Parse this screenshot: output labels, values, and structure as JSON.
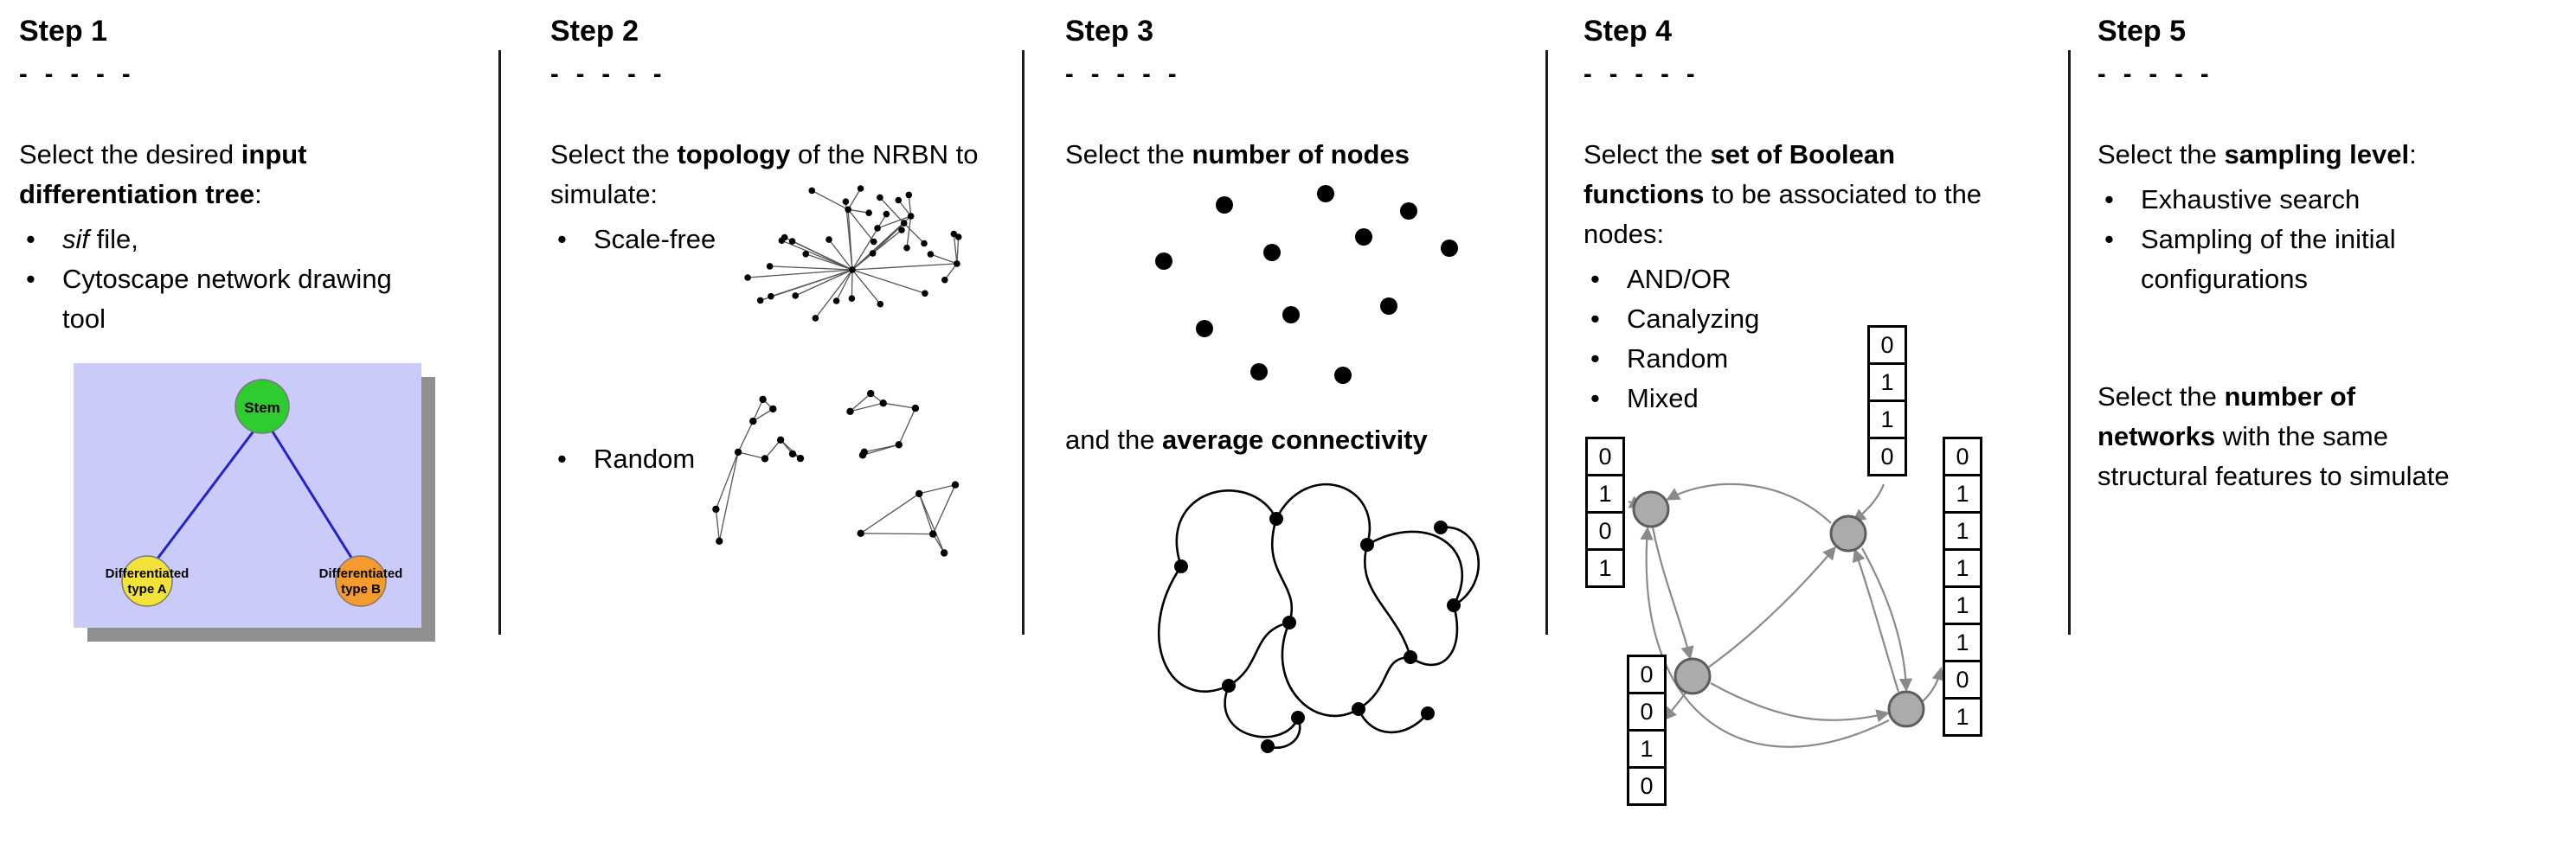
{
  "colors": {
    "tree_background": "#cbcbfa",
    "stem_green": "#2ecc2e",
    "type_a_yellow": "#f2e23a",
    "type_b_orange": "#f59a2d",
    "edge_blue": "#2323cc",
    "node_gray": "#ababab"
  },
  "steps": [
    {
      "title": "Step 1",
      "dashes": "- - - - -",
      "intro": {
        "pre": "Select the desired ",
        "bold": "input differentiation tree",
        "post": ":"
      },
      "bullets": [
        {
          "italic": "sif",
          "text": " file,"
        },
        {
          "italic": "",
          "text": "Cytoscape network drawing tool"
        }
      ],
      "tree": {
        "stem": "Stem",
        "node_a_line1": "Differentiated",
        "node_a_line2": "type A",
        "node_b_line1": "Differentiated",
        "node_b_line2": "type B"
      }
    },
    {
      "title": "Step 2",
      "dashes": "- - - - -",
      "intro": {
        "pre": "Select the ",
        "bold": "topology",
        "post": " of the NRBN to simulate:"
      },
      "bullets": [
        {
          "text": "Scale-free"
        },
        {
          "text": "Random"
        }
      ]
    },
    {
      "title": "Step 3",
      "dashes": "- - - - -",
      "intro_nodes": {
        "pre": "Select the ",
        "bold": "number of nodes"
      },
      "intro_connectivity": {
        "pre": "and the ",
        "bold": "average connectivity"
      }
    },
    {
      "title": "Step 4",
      "dashes": "- - - - -",
      "intro": {
        "pre": "Select the ",
        "bold": "set of Boolean functions",
        "post": " to be associated to the nodes:"
      },
      "bullets": [
        {
          "text": "AND/OR"
        },
        {
          "text": "Canalyzing"
        },
        {
          "text": "Random"
        },
        {
          "text": "Mixed"
        }
      ],
      "tables": {
        "left": [
          "0",
          "1",
          "0",
          "1"
        ],
        "top": [
          "0",
          "1",
          "1",
          "0"
        ],
        "right": [
          "0",
          "1",
          "1",
          "1",
          "1",
          "1",
          "0",
          "1"
        ],
        "bottom": [
          "0",
          "0",
          "1",
          "0"
        ]
      }
    },
    {
      "title": "Step 5",
      "dashes": "- - - - -",
      "intro_sampling": {
        "pre": "Select the ",
        "bold": "sampling level",
        "post": ":"
      },
      "bullets": [
        {
          "text": "Exhaustive search"
        },
        {
          "text": "Sampling of the initial configurations"
        }
      ],
      "networks_text": {
        "line1_pre": "Select the ",
        "line1_bold": "number of",
        "line2_bold": "networks",
        "line2_post": " with the same",
        "line3": "structural features to simulate"
      }
    }
  ]
}
